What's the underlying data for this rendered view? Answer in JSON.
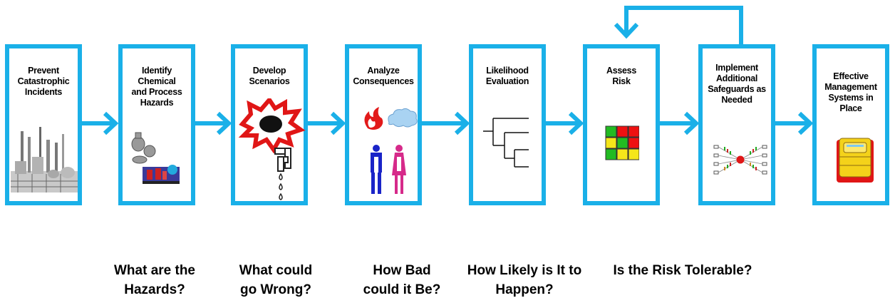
{
  "colors": {
    "accent": "#1ab0e8"
  },
  "steps": [
    {
      "label": "Prevent Catastrophic Incidents",
      "icon": "refinery-icon"
    },
    {
      "label": "Identify Chemical and Process Hazards",
      "icon": "chemical-equipment-icon"
    },
    {
      "label": "Develop Scenarios",
      "icon": "explosion-leak-icon"
    },
    {
      "label": "Analyze Consequences",
      "icon": "fire-cloud-people-icon"
    },
    {
      "label": "Likelihood Evaluation",
      "icon": "event-tree-icon"
    },
    {
      "label": "Assess Risk",
      "icon": "risk-matrix-icon"
    },
    {
      "label": "Implement Additional Safeguards as Needed",
      "icon": "bowtie-diagram-icon"
    },
    {
      "label": "Effective Management Systems in Place",
      "icon": "binder-icon"
    }
  ],
  "questions": [
    "What are the Hazards?",
    "What could go Wrong?",
    "How Bad could it Be?",
    "How Likely is It to Happen?",
    "Is the Risk Tolerable?"
  ],
  "risk_matrix": [
    [
      "#22bb22",
      "#ee1111",
      "#ee1111"
    ],
    [
      "#f5e61a",
      "#22bb22",
      "#ee1111"
    ],
    [
      "#22bb22",
      "#f5e61a",
      "#f5e61a"
    ]
  ]
}
